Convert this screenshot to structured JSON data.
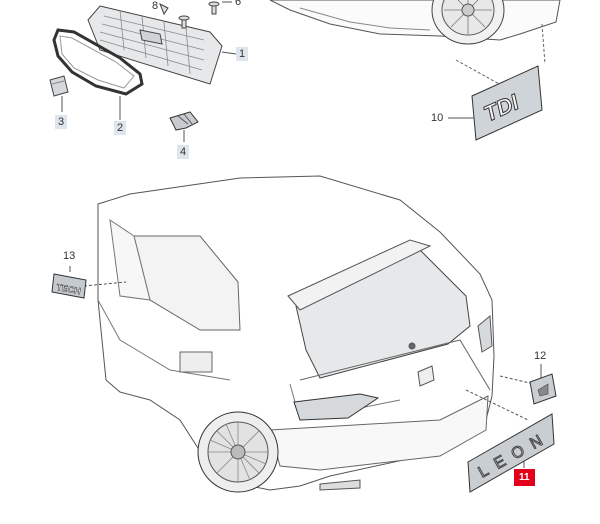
{
  "callouts": {
    "c1": "1",
    "c2": "2",
    "c3": "3",
    "c4": "4",
    "c6": "6",
    "c8": "8",
    "c10": "10",
    "c11": "11",
    "c12": "12",
    "c13": "13"
  },
  "badges": {
    "tdi": "TDI",
    "leon": "LEON",
    "tech": "TECH"
  },
  "colors": {
    "highlight": "#e3001b",
    "callout_bg": "#dfe5ec",
    "line": "#6a6f75"
  }
}
